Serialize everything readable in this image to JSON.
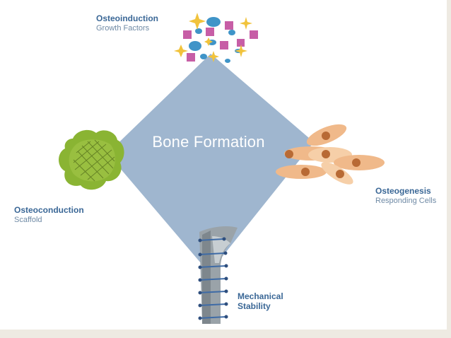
{
  "center": {
    "title": "Bone Formation"
  },
  "labels": {
    "osteoinduction": {
      "title": "Osteoinduction",
      "subtitle": "Growth Factors"
    },
    "osteoconduction": {
      "title": "Osteoconduction",
      "subtitle": "Scaffold"
    },
    "osteogenesis": {
      "title": "Osteogenesis",
      "subtitle": "Responding Cells"
    },
    "mechanical": {
      "title_line1": "Mechanical",
      "title_line2": "Stability"
    }
  },
  "colors": {
    "diamond": "#9fb6cf",
    "label_title": "#3a6796",
    "label_subtitle": "#6f8aa5",
    "scaffold": "#8ab433",
    "cells": "#f0b98a",
    "nuclei": "#b86a35",
    "growth_factor_square": "#c75ea6",
    "growth_factor_dot": "#3f94c8",
    "growth_factor_star": "#f1c33c",
    "implant": "#9aa3a9"
  },
  "icons": [
    "growth-factors-icon",
    "scaffold-icon",
    "responding-cells-icon",
    "implant-icon"
  ]
}
